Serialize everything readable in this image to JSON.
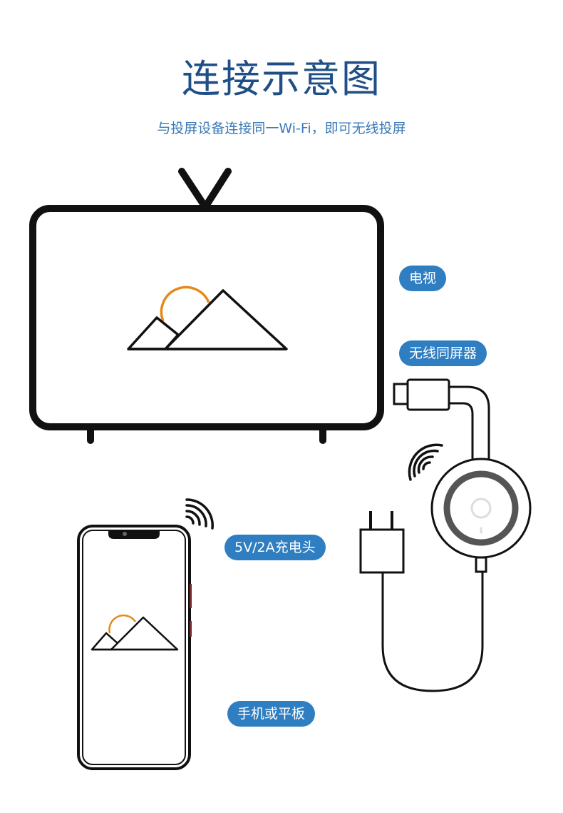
{
  "title": "连接示意图",
  "subtitle": "与投屏设备连接同一Wi-Fi，即可无线投屏",
  "labels": {
    "tv": "电视",
    "dongle": "无线同屏器",
    "charger": "5V/2A充电头",
    "phone": "手机或平板"
  },
  "colors": {
    "title": "#1f4f86",
    "subtitle": "#3a79b8",
    "label_bg": "#2f7ec1",
    "sun": "#e48a1d",
    "outline": "#111111"
  }
}
